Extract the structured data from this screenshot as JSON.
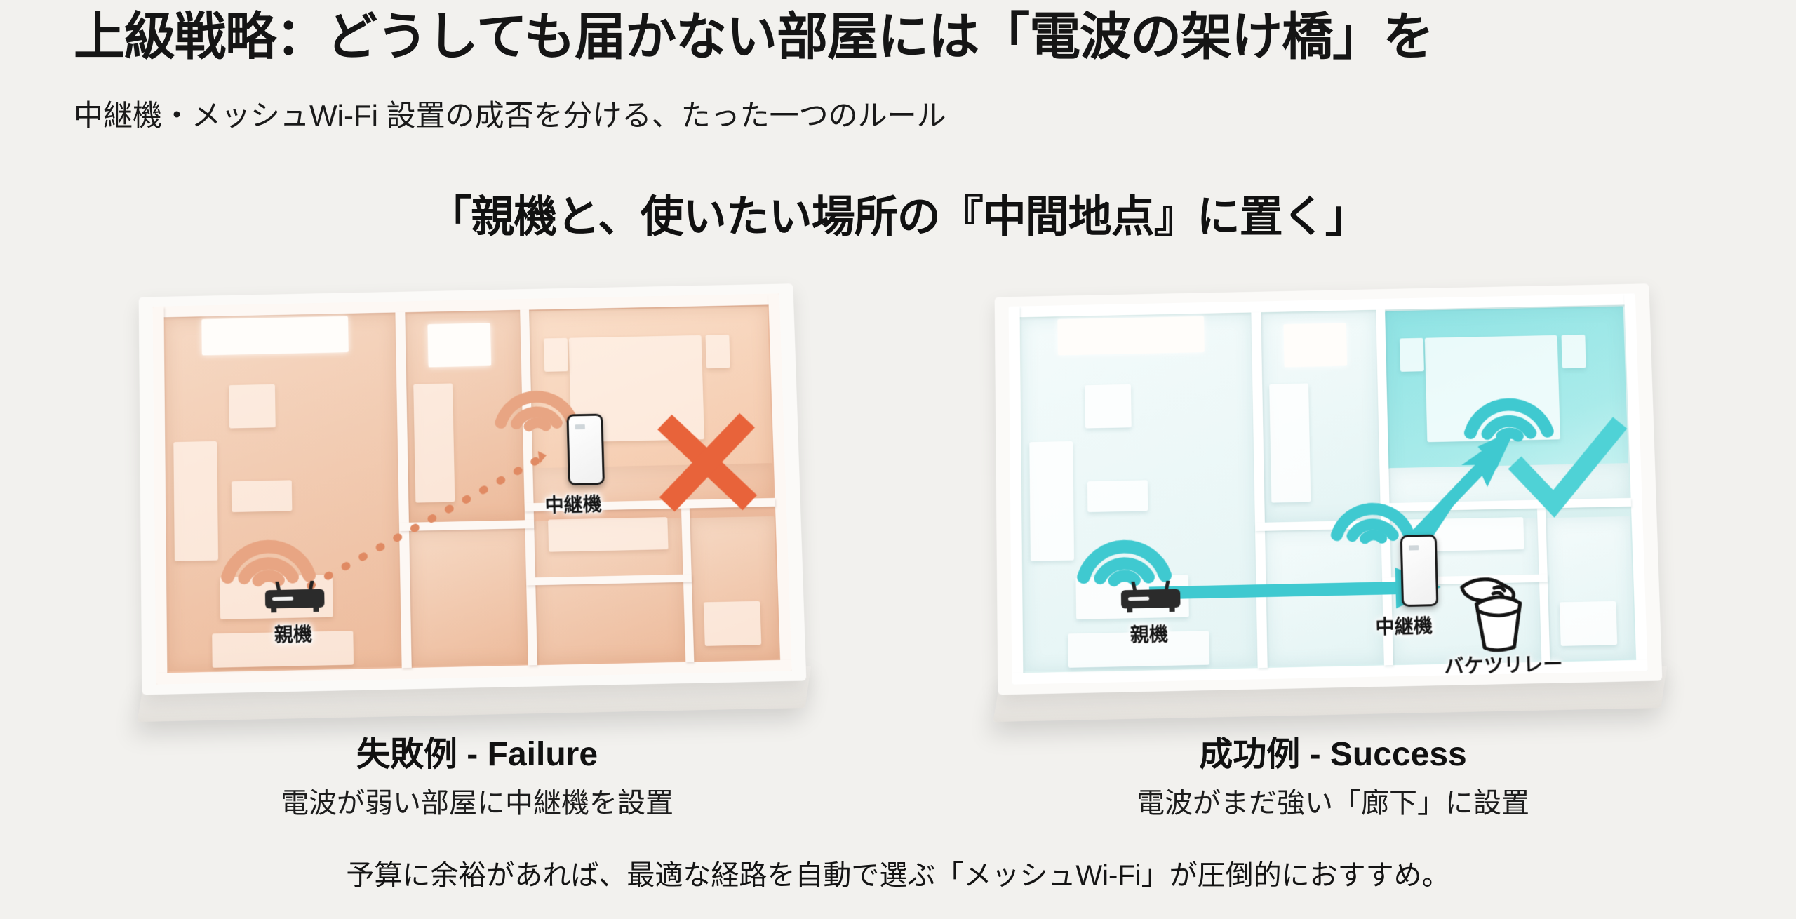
{
  "headings": {
    "main_title": "上級戦略：どうしても届かない部屋には「電波の架け橋」を",
    "sub_title": "中継機・メッシュWi-Fi 設置の成否を分ける、たった一つのルール",
    "rule_title": "「親機と、使いたい場所の『中間地点』に置く」"
  },
  "panels": {
    "failure": {
      "caption_title": "失敗例 - Failure",
      "caption_sub": "電波が弱い部屋に中継機を設置",
      "router_label": "親機",
      "repeater_label": "中継機",
      "mark": "cross-mark",
      "accent_color": "#E8633A",
      "wifi_color": "#E8A583"
    },
    "success": {
      "caption_title": "成功例 - Success",
      "caption_sub": "電波がまだ強い「廊下」に設置",
      "router_label": "親機",
      "repeater_label": "中継機",
      "relay_label": "バケツリレー",
      "mark": "check-mark",
      "accent_color": "#3FC9D0",
      "wifi_color": "#3FC9D0"
    }
  },
  "footer": {
    "note": "予算に余裕があれば、最適な経路を自動で選ぶ「メッシュWi-Fi」が圧倒的におすすめ。"
  },
  "colors": {
    "background": "#F2F1EE",
    "text": "#111111",
    "warm_floor": "#EFC0A4",
    "cool_floor": "#DFF2F1"
  }
}
